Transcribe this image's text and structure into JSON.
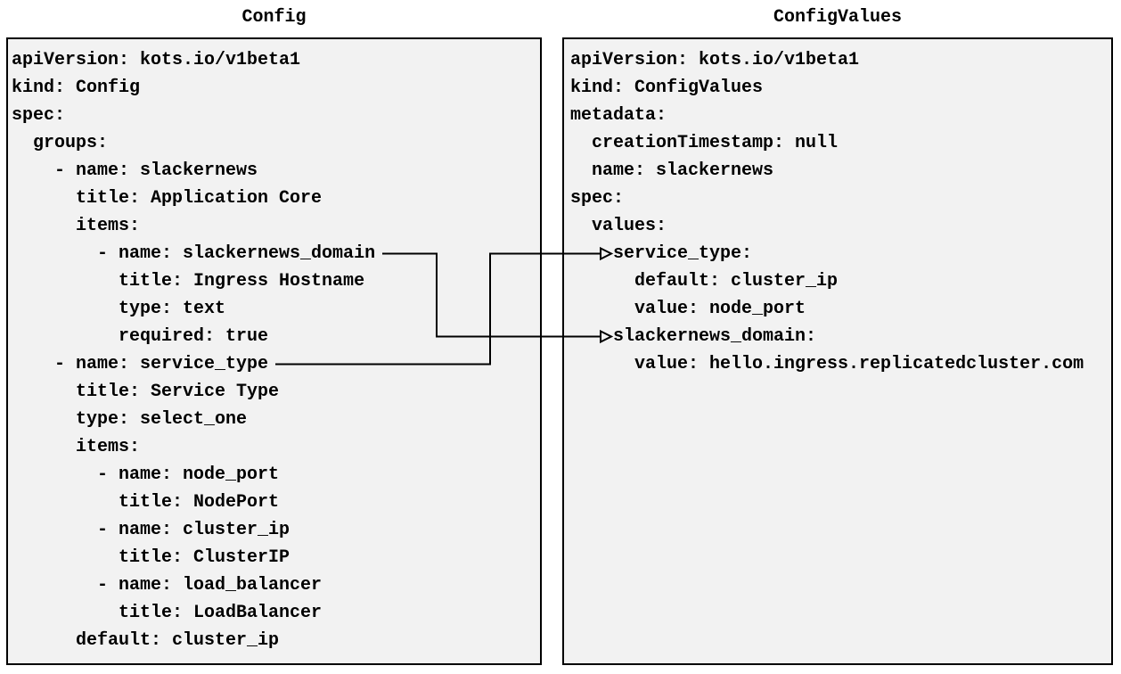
{
  "diagram": {
    "left": {
      "title": "Config",
      "code_lines": [
        "apiVersion: kots.io/v1beta1",
        "kind: Config",
        "spec:",
        "  groups:",
        "    - name: slackernews",
        "      title: Application Core",
        "      items:",
        "        - name: slackernews_domain",
        "          title: Ingress Hostname",
        "          type: text",
        "          required: true",
        "    - name: service_type",
        "      title: Service Type",
        "      type: select_one",
        "      items:",
        "        - name: node_port",
        "          title: NodePort",
        "        - name: cluster_ip",
        "          title: ClusterIP",
        "        - name: load_balancer",
        "          title: LoadBalancer",
        "      default: cluster_ip"
      ]
    },
    "right": {
      "title": "ConfigValues",
      "code_lines": [
        "apiVersion: kots.io/v1beta1",
        "kind: ConfigValues",
        "metadata:",
        "  creationTimestamp: null",
        "  name: slackernews",
        "spec:",
        "  values:",
        "    service_type:",
        "      default: cluster_ip",
        "      value: node_port",
        "    slackernews_domain:",
        "      value: hello.ingress.replicatedcluster.com"
      ]
    },
    "connectors": [
      {
        "from": "Config item: slackernews_domain",
        "to": "ConfigValues value: slackernews_domain"
      },
      {
        "from": "Config item: service_type",
        "to": "ConfigValues value: service_type"
      }
    ],
    "colors": {
      "box_fill": "#f2f2f2",
      "box_border": "#000000",
      "text": "#000000",
      "connector": "#000000"
    }
  }
}
